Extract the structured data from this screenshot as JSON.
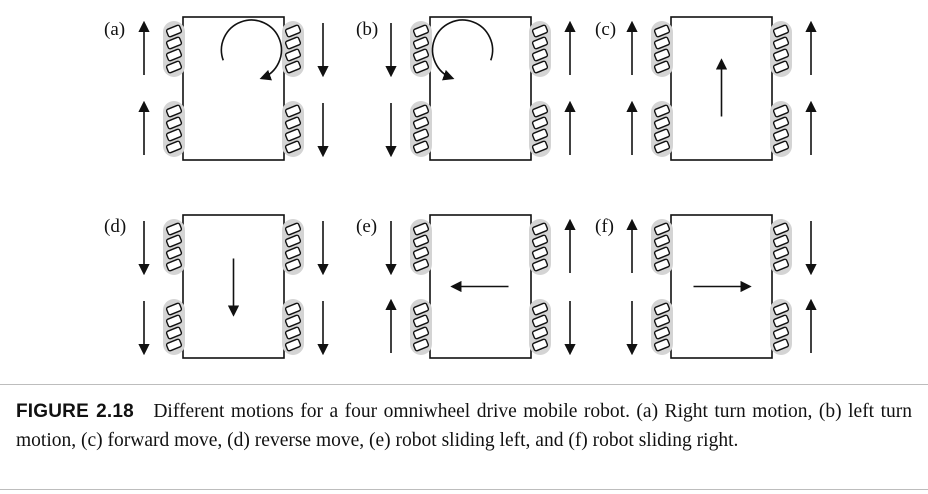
{
  "figure": {
    "panels": [
      {
        "label": "(a)",
        "wheel_arrows": {
          "left_top": "up",
          "left_bottom": "up",
          "right_top": "down",
          "right_bottom": "down"
        },
        "body_motion": "rotate-cw"
      },
      {
        "label": "(b)",
        "wheel_arrows": {
          "left_top": "down",
          "left_bottom": "down",
          "right_top": "up",
          "right_bottom": "up"
        },
        "body_motion": "rotate-ccw"
      },
      {
        "label": "(c)",
        "wheel_arrows": {
          "left_top": "up",
          "left_bottom": "up",
          "right_top": "up",
          "right_bottom": "up"
        },
        "body_motion": "up"
      },
      {
        "label": "(d)",
        "wheel_arrows": {
          "left_top": "down",
          "left_bottom": "down",
          "right_top": "down",
          "right_bottom": "down"
        },
        "body_motion": "down"
      },
      {
        "label": "(e)",
        "wheel_arrows": {
          "left_top": "down",
          "left_bottom": "up",
          "right_top": "up",
          "right_bottom": "down"
        },
        "body_motion": "left"
      },
      {
        "label": "(f)",
        "wheel_arrows": {
          "left_top": "up",
          "left_bottom": "down",
          "right_top": "down",
          "right_bottom": "up"
        },
        "body_motion": "right"
      }
    ]
  },
  "caption": {
    "label": "FIGURE 2.18",
    "text": "Different motions for a four omniwheel drive mobile robot. (a) Right turn motion, (b) left turn motion, (c) forward move, (d) reverse move, (e) robot sliding left, and (f) robot sliding right."
  }
}
